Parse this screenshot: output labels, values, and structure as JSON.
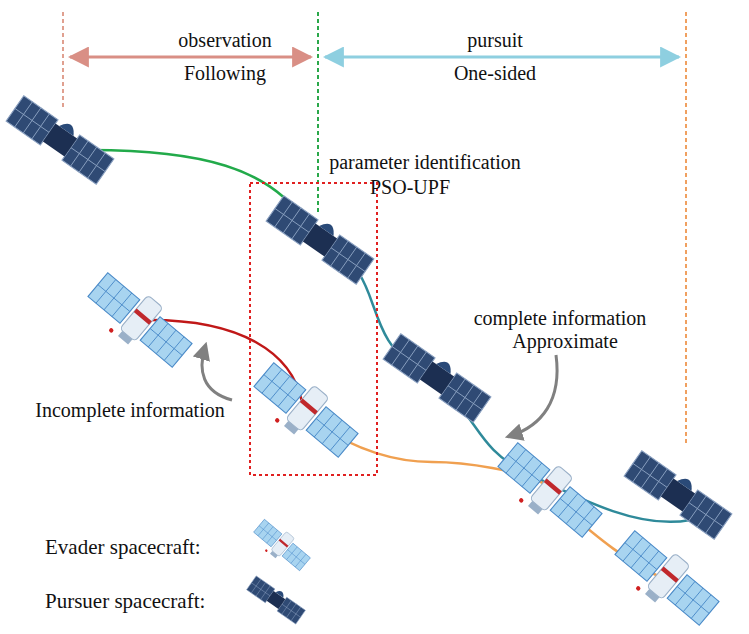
{
  "diagram": {
    "labels": [
      "observation",
      "Following",
      "pursuit",
      "One-sided",
      "parameter identification",
      "PSO-UPF",
      "complete information",
      "Approximate",
      "Incomplete information"
    ],
    "legend": [
      {
        "text": "Evader spacecraft:"
      },
      {
        "text": "Pursuer spacecraft:"
      }
    ]
  }
}
